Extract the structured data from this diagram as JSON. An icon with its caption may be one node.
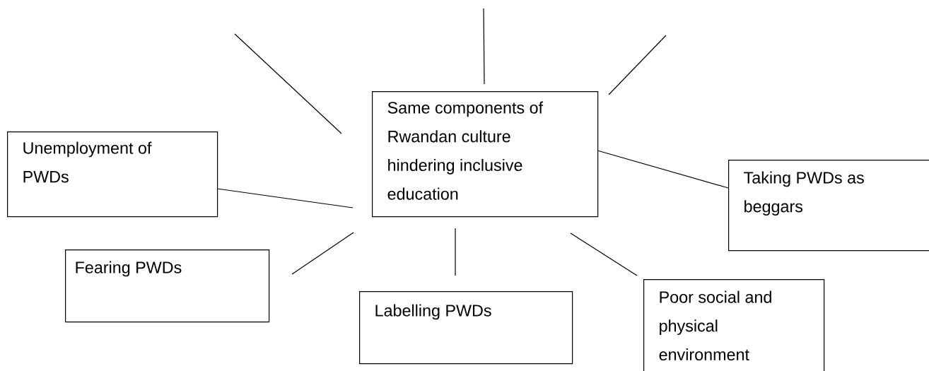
{
  "diagram": {
    "nodes": [
      {
        "text": [
          "Same components of Rwandan culture hindering inclusive education"
        ]
      },
      {
        "text": [
          "Unemployment of PWDs"
        ]
      },
      {
        "text": [
          "Taking PWDs as beggars"
        ]
      },
      {
        "text": [
          "Fearing PWDs"
        ]
      },
      {
        "text": [
          "Labelling PWDs"
        ]
      },
      {
        "text": [
          "Poor social and physical environment"
        ]
      }
    ],
    "edges": [
      {
        "from": 0,
        "to": 1,
        "arrow": "none"
      },
      {
        "from": 0,
        "to": 2,
        "arrow": "none"
      },
      {
        "from": 0,
        "to": 3,
        "arrow": "none"
      },
      {
        "from": 0,
        "to": 4,
        "arrow": "none"
      },
      {
        "from": 0,
        "to": 5,
        "arrow": "none"
      },
      {
        "from": 0,
        "to": null,
        "arrow": "none"
      },
      {
        "from": 0,
        "to": null,
        "arrow": "none"
      },
      {
        "from": 0,
        "to": null,
        "arrow": "none"
      }
    ]
  }
}
